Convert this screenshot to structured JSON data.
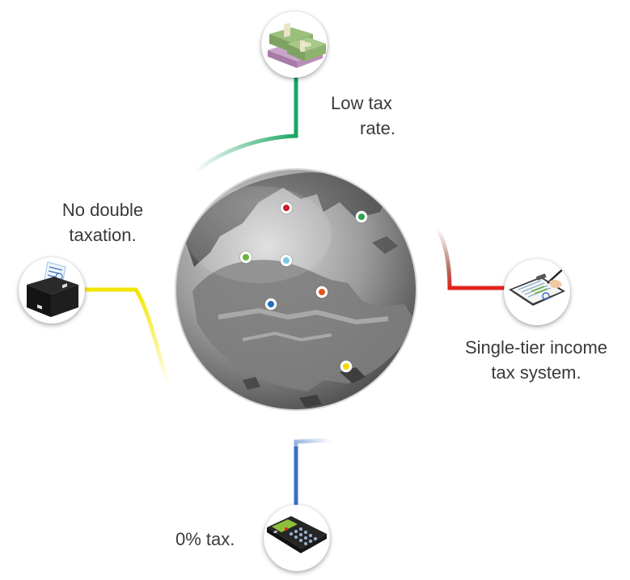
{
  "benefits": [
    {
      "key": "low-tax-rate",
      "lines": [
        "Low tax",
        "rate."
      ],
      "icon": "money-stack-icon",
      "color": "#1aa564"
    },
    {
      "key": "single-tier",
      "lines": [
        "Single-tier income",
        "tax system."
      ],
      "icon": "clipboard-document-icon",
      "color": "#e2231a"
    },
    {
      "key": "zero-tax",
      "lines": [
        "0% tax."
      ],
      "icon": "calculator-icon",
      "color": "#3a6fc4"
    },
    {
      "key": "no-double-taxation",
      "lines": [
        "No double",
        "taxation."
      ],
      "icon": "briefcase-icon",
      "color": "#f2e600"
    }
  ],
  "globe": {
    "icon": "singapore-globe-icon",
    "markers": [
      {
        "name": "marker-red",
        "color": "#c81e28"
      },
      {
        "name": "marker-green",
        "color": "#2ea44f"
      },
      {
        "name": "marker-lime",
        "color": "#6cb33f"
      },
      {
        "name": "marker-lightblue",
        "color": "#7ec8e3"
      },
      {
        "name": "marker-orange",
        "color": "#e0561b"
      },
      {
        "name": "marker-blue",
        "color": "#1f6fb8"
      },
      {
        "name": "marker-yellow",
        "color": "#f5d90a"
      }
    ]
  }
}
